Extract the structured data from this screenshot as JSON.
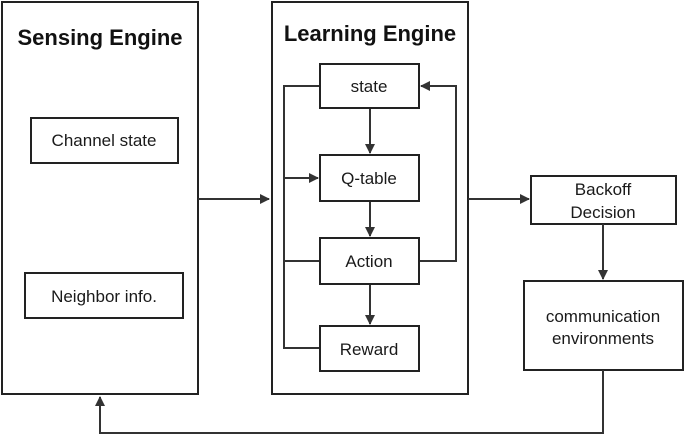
{
  "sensing_engine": {
    "title": "Sensing Engine",
    "items": [
      "Channel state",
      "Neighbor info."
    ]
  },
  "learning_engine": {
    "title": "Learning Engine",
    "items": [
      "state",
      "Q-table",
      "Action",
      "Reward"
    ]
  },
  "backoff_decision": {
    "line1": "Backoff",
    "line2": "Decision"
  },
  "communication_environments": {
    "line1": "communication",
    "line2": "environments"
  },
  "colors": {
    "stroke": "#222222",
    "background": "#ffffff"
  }
}
